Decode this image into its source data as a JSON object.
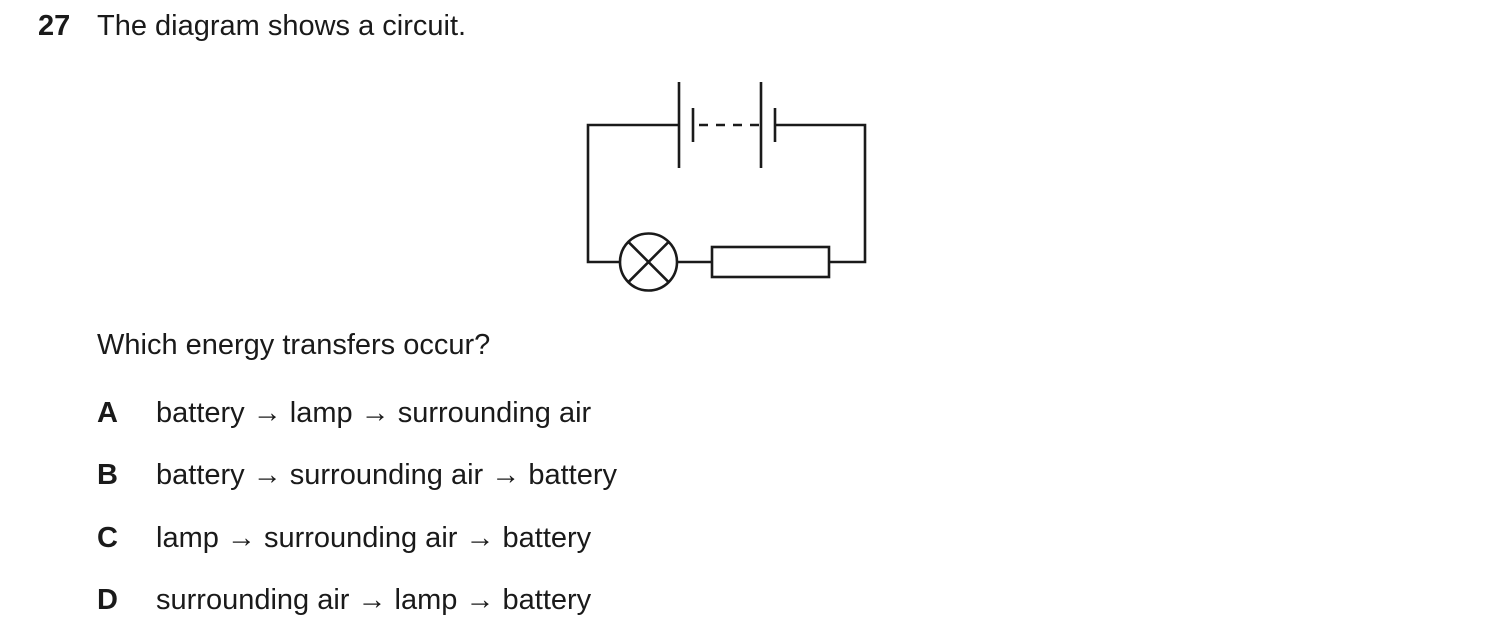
{
  "question": {
    "number": "27",
    "stem": "The diagram shows a circuit.",
    "prompt": "Which energy transfers occur?"
  },
  "options": [
    {
      "letter": "A",
      "text": "battery → lamp → surrounding air"
    },
    {
      "letter": "B",
      "text": "battery → surrounding air → battery"
    },
    {
      "letter": "C",
      "text": "lamp → surrounding air → battery"
    },
    {
      "letter": "D",
      "text": "surrounding air → lamp → battery"
    }
  ],
  "circuit": {
    "components": [
      "battery-icon",
      "lamp-icon",
      "resistor-icon"
    ],
    "line_color": "#1a1a1a"
  }
}
